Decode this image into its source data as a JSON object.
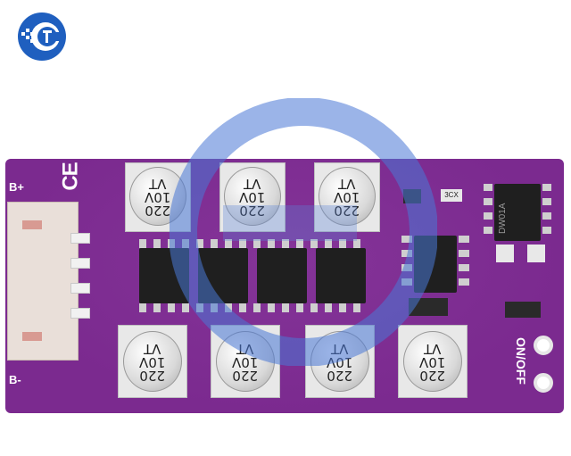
{
  "silkscreen": {
    "b_plus": "B+",
    "b_minus": "B-",
    "ce": "CE",
    "on_off": "ON/OFF"
  },
  "capacitors": {
    "line1": "220",
    "line2": "10V",
    "line3": "VT"
  },
  "chip_small_label": "3CX",
  "chip_right_label": "DW01A",
  "colors": {
    "board": "#7b2a8f",
    "logo_blue": "#1f5fbf",
    "connector": "#e9dfd9"
  }
}
